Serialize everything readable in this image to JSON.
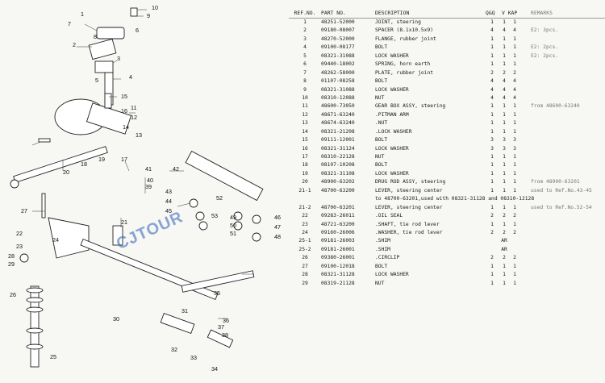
{
  "watermark": "CJTOUR",
  "diagram_labels": [
    "1",
    "2",
    "3",
    "4",
    "5",
    "6",
    "7",
    "8",
    "9",
    "10",
    "11",
    "12",
    "13",
    "14",
    "15",
    "16",
    "17",
    "18",
    "19",
    "20",
    "21",
    "22",
    "23",
    "24",
    "25",
    "26",
    "27",
    "28",
    "29",
    "30",
    "31",
    "32",
    "33",
    "34",
    "35",
    "36",
    "37",
    "38",
    "39",
    "40",
    "41",
    "42",
    "43",
    "44",
    "45",
    "46",
    "47",
    "48",
    "49",
    "50",
    "51",
    "52",
    "53"
  ],
  "table": {
    "headers": {
      "ref": "REF.NO.",
      "part": "PART NO.",
      "desc": "DESCRIPTION",
      "qty": "Q&Q",
      "kap": "V KAP",
      "remarks": "REMARKS"
    },
    "rows": [
      {
        "ref": "1",
        "part": "48251-52000",
        "desc": "JOINT, steering",
        "a": "1",
        "b": "1",
        "c": "1",
        "rem": ""
      },
      {
        "ref": "2",
        "part": "09180-08007",
        "desc": "SPACER (8.1x10.5x9)",
        "a": "4",
        "b": "4",
        "c": "4",
        "rem": "E2: 3pcs."
      },
      {
        "ref": "3",
        "part": "48270-52000",
        "desc": "FLANGE, rubber joint",
        "a": "1",
        "b": "1",
        "c": "1",
        "rem": ""
      },
      {
        "ref": "4",
        "part": "09100-08177",
        "desc": "BOLT",
        "a": "1",
        "b": "1",
        "c": "1",
        "rem": "E2: 2pcs."
      },
      {
        "ref": "5",
        "part": "08321-31088",
        "desc": "LOCK WASHER",
        "a": "1",
        "b": "1",
        "c": "1",
        "rem": "E2: 2pcs."
      },
      {
        "ref": "6",
        "part": "09440-18002",
        "desc": "SPRING, horn earth",
        "a": "1",
        "b": "1",
        "c": "1",
        "rem": ""
      },
      {
        "ref": "7",
        "part": "48262-58000",
        "desc": "PLATE, rubber joint",
        "a": "2",
        "b": "2",
        "c": "2",
        "rem": ""
      },
      {
        "ref": "8",
        "part": "01107-08258",
        "desc": "BOLT",
        "a": "4",
        "b": "4",
        "c": "4",
        "rem": ""
      },
      {
        "ref": "9",
        "part": "08321-31088",
        "desc": "LOCK WASHER",
        "a": "4",
        "b": "4",
        "c": "4",
        "rem": ""
      },
      {
        "ref": "10",
        "part": "08310-12088",
        "desc": "NUT",
        "a": "4",
        "b": "4",
        "c": "4",
        "rem": ""
      },
      {
        "ref": "11",
        "part": "48600-73050",
        "desc": "GEAR BOX ASSY, steering",
        "a": "1",
        "b": "1",
        "c": "1",
        "rem": "from 48600-63240"
      },
      {
        "ref": "12",
        "part": "48671-63240",
        "desc": ".PITMAN ARM",
        "a": "1",
        "b": "1",
        "c": "1",
        "rem": ""
      },
      {
        "ref": "13",
        "part": "48674-63240",
        "desc": ".NUT",
        "a": "1",
        "b": "1",
        "c": "1",
        "rem": ""
      },
      {
        "ref": "14",
        "part": "08321-21208",
        "desc": ".LOCK WASHER",
        "a": "1",
        "b": "1",
        "c": "1",
        "rem": ""
      },
      {
        "ref": "15",
        "part": "09111-12001",
        "desc": "BOLT",
        "a": "3",
        "b": "3",
        "c": "3",
        "rem": ""
      },
      {
        "ref": "16",
        "part": "08321-31124",
        "desc": "LOCK WASHER",
        "a": "3",
        "b": "3",
        "c": "3",
        "rem": ""
      },
      {
        "ref": "17",
        "part": "08310-22128",
        "desc": "NUT",
        "a": "1",
        "b": "1",
        "c": "1",
        "rem": ""
      },
      {
        "ref": "18",
        "part": "08107-10208",
        "desc": "BOLT",
        "a": "1",
        "b": "1",
        "c": "1",
        "rem": ""
      },
      {
        "ref": "19",
        "part": "08321-31108",
        "desc": "LOCK WASHER",
        "a": "1",
        "b": "1",
        "c": "1",
        "rem": ""
      },
      {
        "ref": "20",
        "part": "48900-63202",
        "desc": "DRUG ROD ASSY, steering",
        "a": "1",
        "b": "1",
        "c": "1",
        "rem": "from 48900-63201"
      },
      {
        "ref": "21-1",
        "part": "48700-63200",
        "desc": "LEVER, steering center",
        "a": "1",
        "b": "1",
        "c": "1",
        "rem": "used to Ref.No.43-45"
      },
      {
        "ref": "",
        "part": "",
        "desc": "to 48700-63201,used with 08321-31128 and 08310-12128",
        "a": "",
        "b": "",
        "c": "",
        "rem": ""
      },
      {
        "ref": "21-2",
        "part": "48700-63201",
        "desc": "LEVER, steering center",
        "a": "1",
        "b": "1",
        "c": "1",
        "rem": "used to Ref.No.52-54"
      },
      {
        "ref": "22",
        "part": "09283-26011",
        "desc": ".OIL SEAL",
        "a": "2",
        "b": "2",
        "c": "2",
        "rem": ""
      },
      {
        "ref": "23",
        "part": "48721-63200",
        "desc": ".SHAFT, tie rod lever",
        "a": "1",
        "b": "1",
        "c": "1",
        "rem": ""
      },
      {
        "ref": "24",
        "part": "09160-26006",
        "desc": ".WASHER, tie rod lever",
        "a": "2",
        "b": "2",
        "c": "2",
        "rem": ""
      },
      {
        "ref": "25-1",
        "part": "09181-26003",
        "desc": ".SHIM",
        "a": "",
        "b": "AR",
        "c": "",
        "rem": ""
      },
      {
        "ref": "25-2",
        "part": "09181-26001",
        "desc": ".SHIM",
        "a": "",
        "b": "AR",
        "c": "",
        "rem": ""
      },
      {
        "ref": "26",
        "part": "09380-26001",
        "desc": ".CIRCLIP",
        "a": "2",
        "b": "2",
        "c": "2",
        "rem": ""
      },
      {
        "ref": "27",
        "part": "09100-12018",
        "desc": "BOLT",
        "a": "1",
        "b": "1",
        "c": "1",
        "rem": ""
      },
      {
        "ref": "28",
        "part": "08321-31128",
        "desc": "LOCK WASHER",
        "a": "1",
        "b": "1",
        "c": "1",
        "rem": ""
      },
      {
        "ref": "29",
        "part": "08319-21128",
        "desc": "NUT",
        "a": "1",
        "b": "1",
        "c": "1",
        "rem": ""
      }
    ]
  }
}
